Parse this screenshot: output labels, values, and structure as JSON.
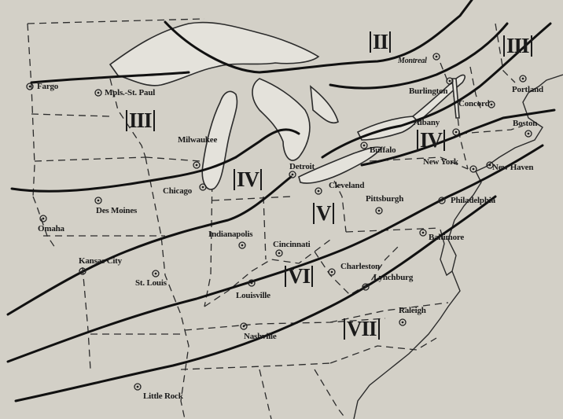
{
  "map": {
    "zones": [
      {
        "id": "II",
        "label": "II"
      },
      {
        "id": "III-west",
        "label": "III"
      },
      {
        "id": "III-east",
        "label": "III"
      },
      {
        "id": "IV-central",
        "label": "IV"
      },
      {
        "id": "IV-east",
        "label": "IV"
      },
      {
        "id": "V",
        "label": "V"
      },
      {
        "id": "VI",
        "label": "VI"
      },
      {
        "id": "VII",
        "label": "VII"
      }
    ],
    "cities": [
      {
        "id": "fargo",
        "label": "Fargo"
      },
      {
        "id": "mpls",
        "label": "Mpls.-St. Paul"
      },
      {
        "id": "omaha",
        "label": "Omaha"
      },
      {
        "id": "des-moines",
        "label": "Des Moines"
      },
      {
        "id": "kansas-city",
        "label": "Kansas City"
      },
      {
        "id": "st-louis",
        "label": "St. Louis"
      },
      {
        "id": "little-rock",
        "label": "Little Rock"
      },
      {
        "id": "milwaukee",
        "label": "Milwaukee"
      },
      {
        "id": "chicago",
        "label": "Chicago"
      },
      {
        "id": "indianapolis",
        "label": "Indianapolis"
      },
      {
        "id": "louisville",
        "label": "Louisville"
      },
      {
        "id": "nashville",
        "label": "Nashville"
      },
      {
        "id": "detroit",
        "label": "Detroit"
      },
      {
        "id": "cincinnati",
        "label": "Cincinnati"
      },
      {
        "id": "cleveland",
        "label": "Cleveland"
      },
      {
        "id": "pittsburgh",
        "label": "Pittsburgh"
      },
      {
        "id": "charleston",
        "label": "Charleston"
      },
      {
        "id": "lynchburg",
        "label": "Lynchburg"
      },
      {
        "id": "raleigh",
        "label": "Raleigh"
      },
      {
        "id": "buffalo",
        "label": "Buffalo"
      },
      {
        "id": "albany",
        "label": "Albany"
      },
      {
        "id": "new-york",
        "label": "New York"
      },
      {
        "id": "philadelphia",
        "label": "Philadelphia"
      },
      {
        "id": "baltimore",
        "label": "Baltimore"
      },
      {
        "id": "montreal",
        "label": "Montreal"
      },
      {
        "id": "burlington",
        "label": "Burlington"
      },
      {
        "id": "concord",
        "label": "Concord"
      },
      {
        "id": "portland",
        "label": "Portland"
      },
      {
        "id": "boston",
        "label": "Boston"
      },
      {
        "id": "new-haven",
        "label": "New Haven"
      }
    ]
  }
}
